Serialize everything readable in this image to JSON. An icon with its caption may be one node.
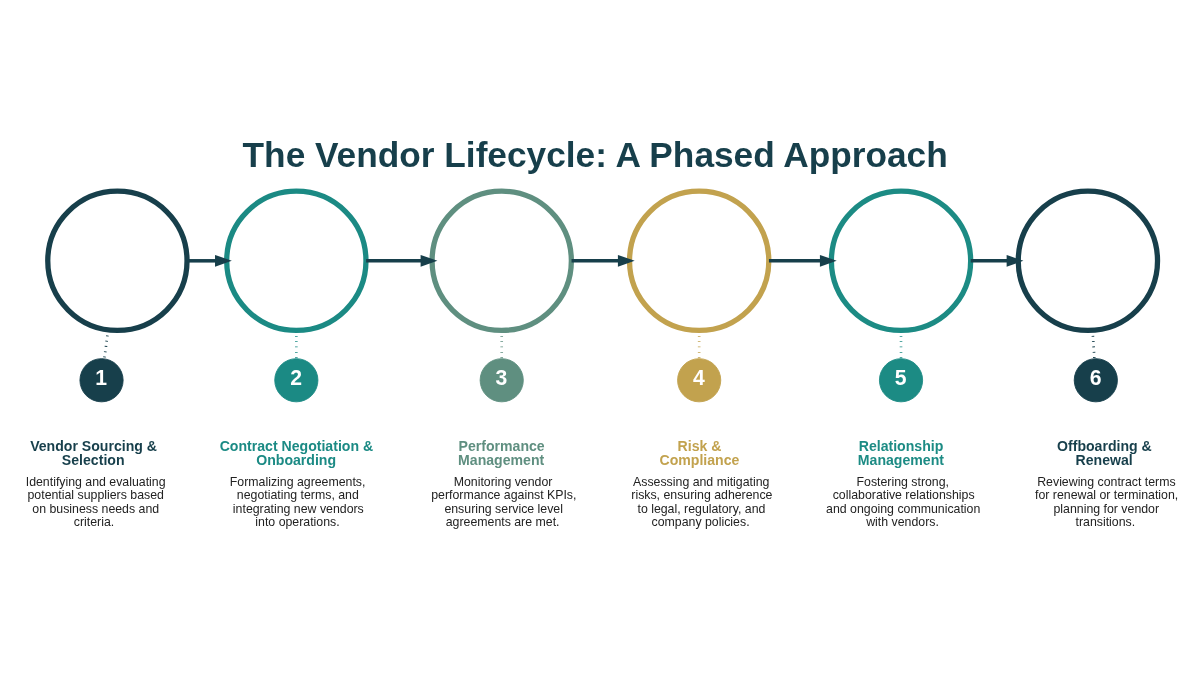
{
  "diagram": {
    "title": "The Vendor Lifecycle: A Phased Approach",
    "nodes": [
      {
        "text": [],
        "shape": "circle"
      },
      {
        "text": [],
        "shape": "circle"
      },
      {
        "text": [],
        "shape": "circle"
      },
      {
        "text": [],
        "shape": "circle"
      },
      {
        "text": [],
        "shape": "circle"
      },
      {
        "text": [],
        "shape": "circle"
      },
      {
        "text": [
          "1"
        ],
        "beside": [
          "Vendor Sourcing & Selection",
          "Identifying and evaluating potential suppliers based on business needs and criteria."
        ]
      },
      {
        "text": [
          "2"
        ],
        "beside": [
          "Contract Negotiation & Onboarding",
          "Formalizing agreements, negotiating terms, and integrating new vendors into operations."
        ]
      },
      {
        "text": [
          "3"
        ],
        "beside": [
          "Performance Management",
          "Monitoring vendor performance against KPIs, ensuring service level agreements are met."
        ]
      },
      {
        "text": [
          "4"
        ],
        "beside": [
          "Risk & Compliance",
          "Assessing and mitigating risks, ensuring adherence to legal, regulatory, and company policies."
        ]
      },
      {
        "text": [
          "5"
        ],
        "beside": [
          "Relationship Management",
          "Fostering strong, collaborative relationships and ongoing communication with vendors."
        ]
      },
      {
        "text": [
          "6"
        ],
        "beside": [
          "Offboarding & Renewal",
          "Reviewing contract terms for renewal or termination, planning for vendor transitions."
        ]
      }
    ],
    "edges": [
      {
        "from": 0,
        "to": 1,
        "arrow": "to"
      },
      {
        "from": 1,
        "to": 2,
        "arrow": "to"
      },
      {
        "from": 2,
        "to": 3,
        "arrow": "to"
      },
      {
        "from": 3,
        "to": 4,
        "arrow": "to"
      },
      {
        "from": 4,
        "to": 5,
        "arrow": "to"
      },
      {
        "from": 0,
        "to": 6,
        "arrow": "none",
        "style": "dashed"
      },
      {
        "from": 1,
        "to": 7,
        "arrow": "none",
        "style": "dashed",
        "color": "#1b8a84"
      },
      {
        "from": 2,
        "to": 8,
        "arrow": "none",
        "style": "dashed",
        "color": "#5f8f80"
      },
      {
        "from": 3,
        "to": 9,
        "arrow": "none",
        "style": "dashed",
        "color": "#c2a24e"
      },
      {
        "from": 4,
        "to": 10,
        "arrow": "none",
        "style": "dashed",
        "color": "#1c8b84"
      },
      {
        "from": 5,
        "to": 11,
        "arrow": "none",
        "style": "dashed"
      }
    ]
  }
}
